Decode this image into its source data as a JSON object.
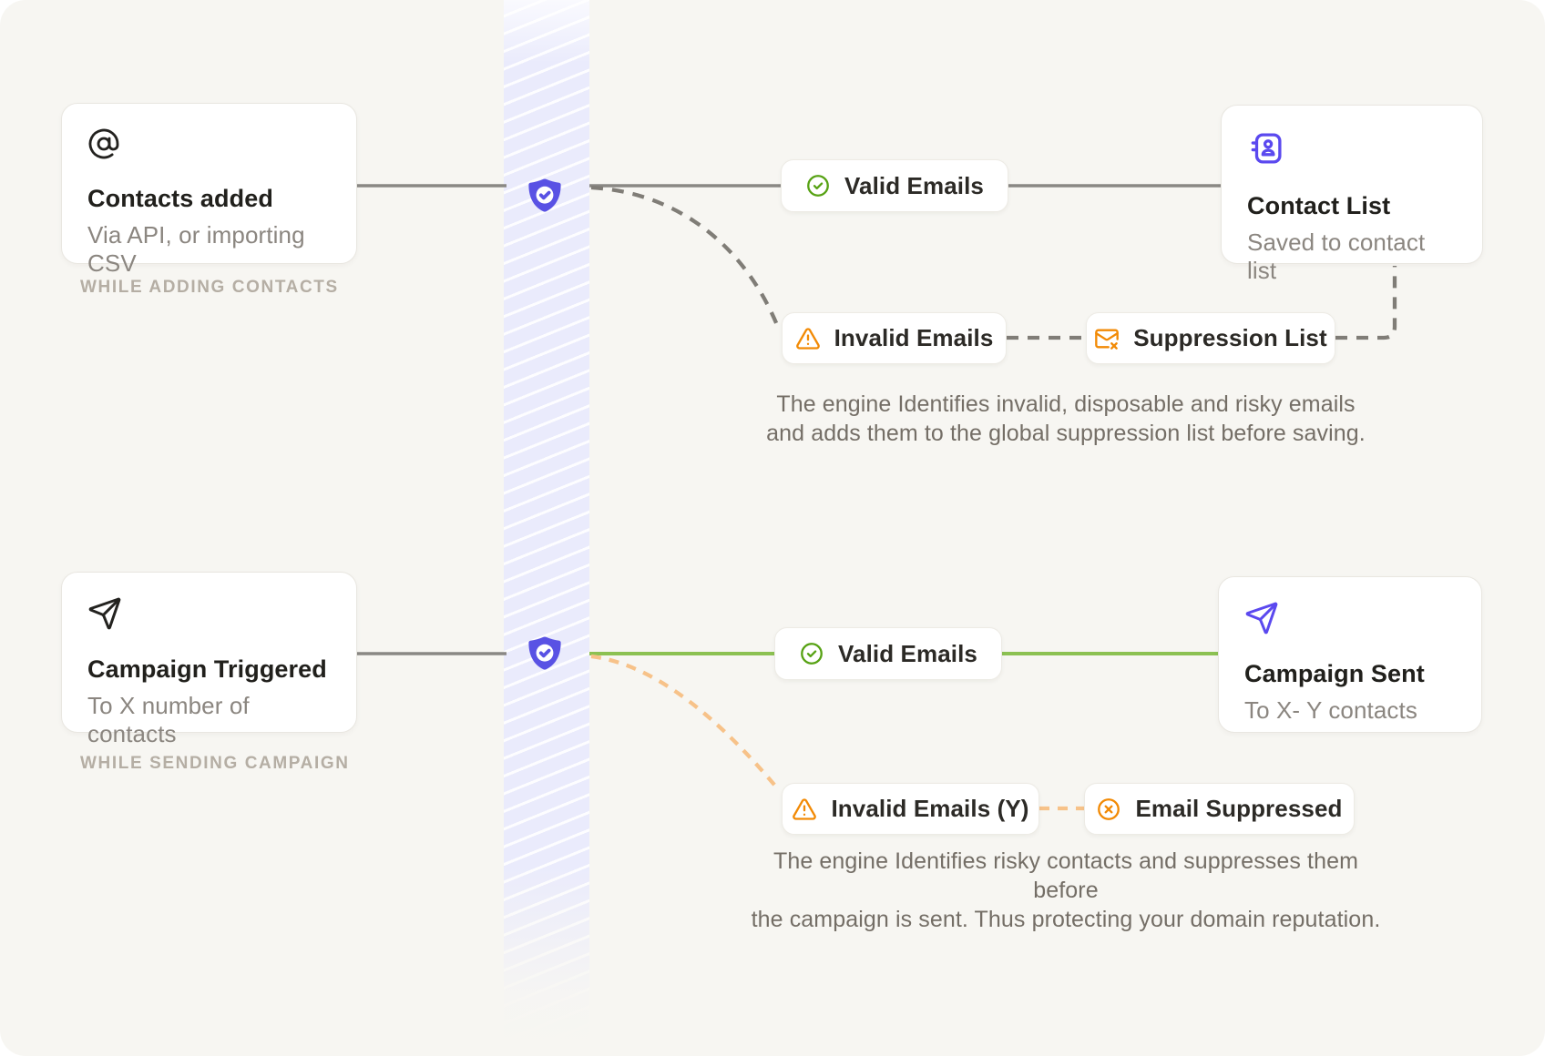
{
  "colors": {
    "canvas_background": "#f7f6f2",
    "band_purple": "#eaebfc",
    "accent_purple": "#5952e4",
    "icon_purple": "#5b49ef",
    "success_green": "#57a214",
    "green_line": "#8cc152",
    "warning_orange": "#f28a05",
    "orange_dash": "#f7c289",
    "gray_line": "#8a8884",
    "gray_dash": "#807d77"
  },
  "icons": {
    "adding_source": "at-sign-icon",
    "adding_target": "contact-book-icon",
    "verification": "shield-check-icon",
    "valid": "circle-check-icon",
    "invalid": "triangle-alert-icon",
    "suppression_list": "mail-x-icon",
    "sending_source": "send-icon",
    "sending_target": "send-icon",
    "email_suppressed": "circle-x-icon"
  },
  "sections": [
    {
      "label": "WHILE ADDING CONTACTS",
      "source": {
        "title": "Contacts added",
        "subtitle": "Via API, or importing CSV"
      },
      "valid_chip": "Valid Emails",
      "invalid_chip": "Invalid Emails",
      "result_chip": "Suppression List",
      "target": {
        "title": "Contact List",
        "subtitle": "Saved to contact list"
      },
      "note_line1": "The engine Identifies invalid, disposable and risky emails",
      "note_line2": "and adds them to the global suppression list before saving."
    },
    {
      "label": "WHILE SENDING CAMPAIGN",
      "source": {
        "title": "Campaign Triggered",
        "subtitle": "To X number of contacts"
      },
      "valid_chip": "Valid Emails",
      "invalid_chip": "Invalid Emails (Y)",
      "result_chip": "Email Suppressed",
      "target": {
        "title": "Campaign Sent",
        "subtitle": "To X- Y contacts"
      },
      "note_line1": "The engine Identifies risky contacts and suppresses them before",
      "note_line2": "the campaign is sent. Thus protecting your domain reputation."
    }
  ]
}
